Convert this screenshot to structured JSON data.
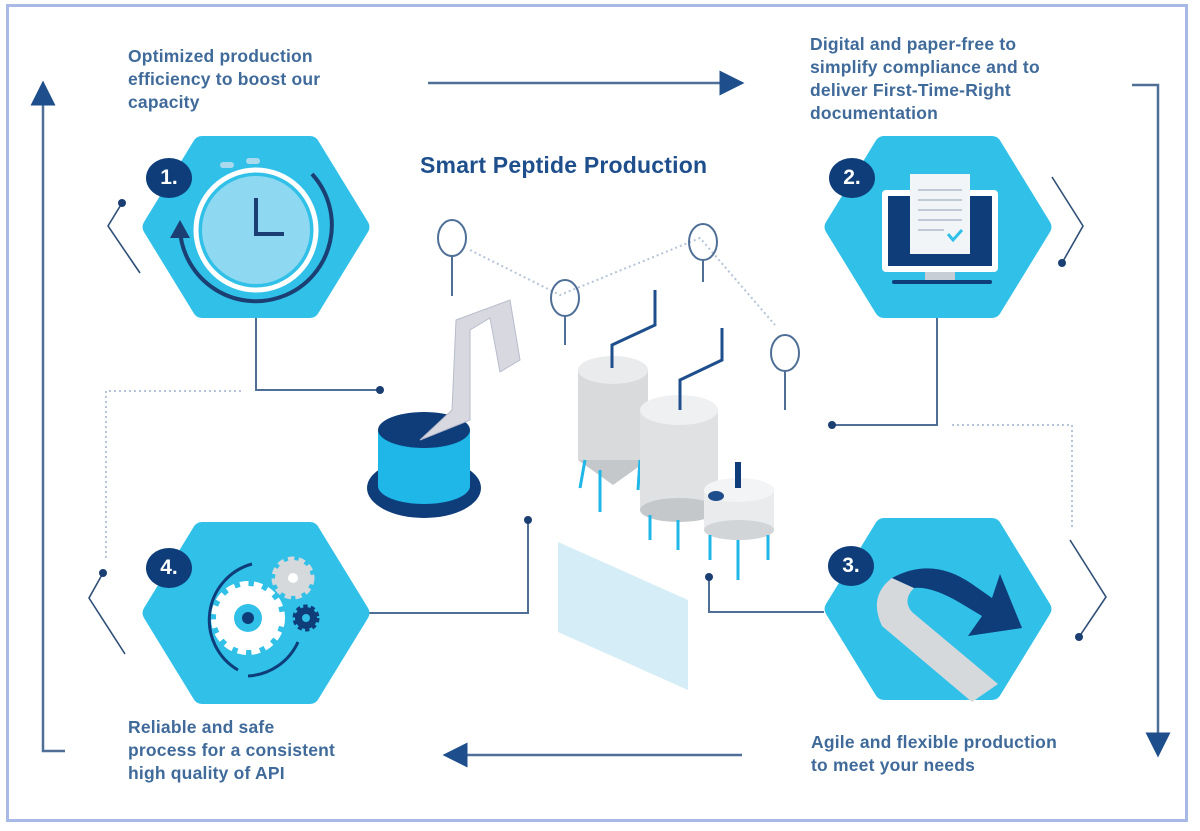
{
  "diagram": {
    "title": "Smart Peptide Production",
    "colors": {
      "hexagon": "#30c0e8",
      "badge": "#0e3d7a",
      "text": "#3f6a9a",
      "title": "#1e4f8c",
      "line": "#4f6f97",
      "frame": "#a9b9e6",
      "equipment_gray": "#d8dadc",
      "accent_cyan": "#1fb6e8"
    },
    "steps": [
      {
        "number": "1.",
        "icon": "stopwatch-icon",
        "caption_lines": [
          "Optimized production",
          "efficiency to boost our",
          "capacity"
        ]
      },
      {
        "number": "2.",
        "icon": "monitor-document-icon",
        "caption_lines": [
          "Digital and paper-free to",
          "simplify compliance and to",
          "deliver First-Time-Right",
          "documentation"
        ]
      },
      {
        "number": "3.",
        "icon": "curved-arrow-icon",
        "caption_lines": [
          "Agile and flexible production",
          "to meet your needs"
        ]
      },
      {
        "number": "4.",
        "icon": "gears-icon",
        "caption_lines": [
          "Reliable and safe",
          "process for a consistent",
          "high quality of API"
        ]
      }
    ],
    "flow": [
      "1 → 2 (top arrow, right)",
      "2 → 3 (right arrow, down)",
      "3 → 4 (bottom arrow, left)",
      "4 → 1 (left arrow, up)"
    ],
    "center_illustration": [
      "robot-arm",
      "storage-tanks",
      "mixing-vessel",
      "sensor-nodes",
      "dashboard-panel"
    ]
  }
}
